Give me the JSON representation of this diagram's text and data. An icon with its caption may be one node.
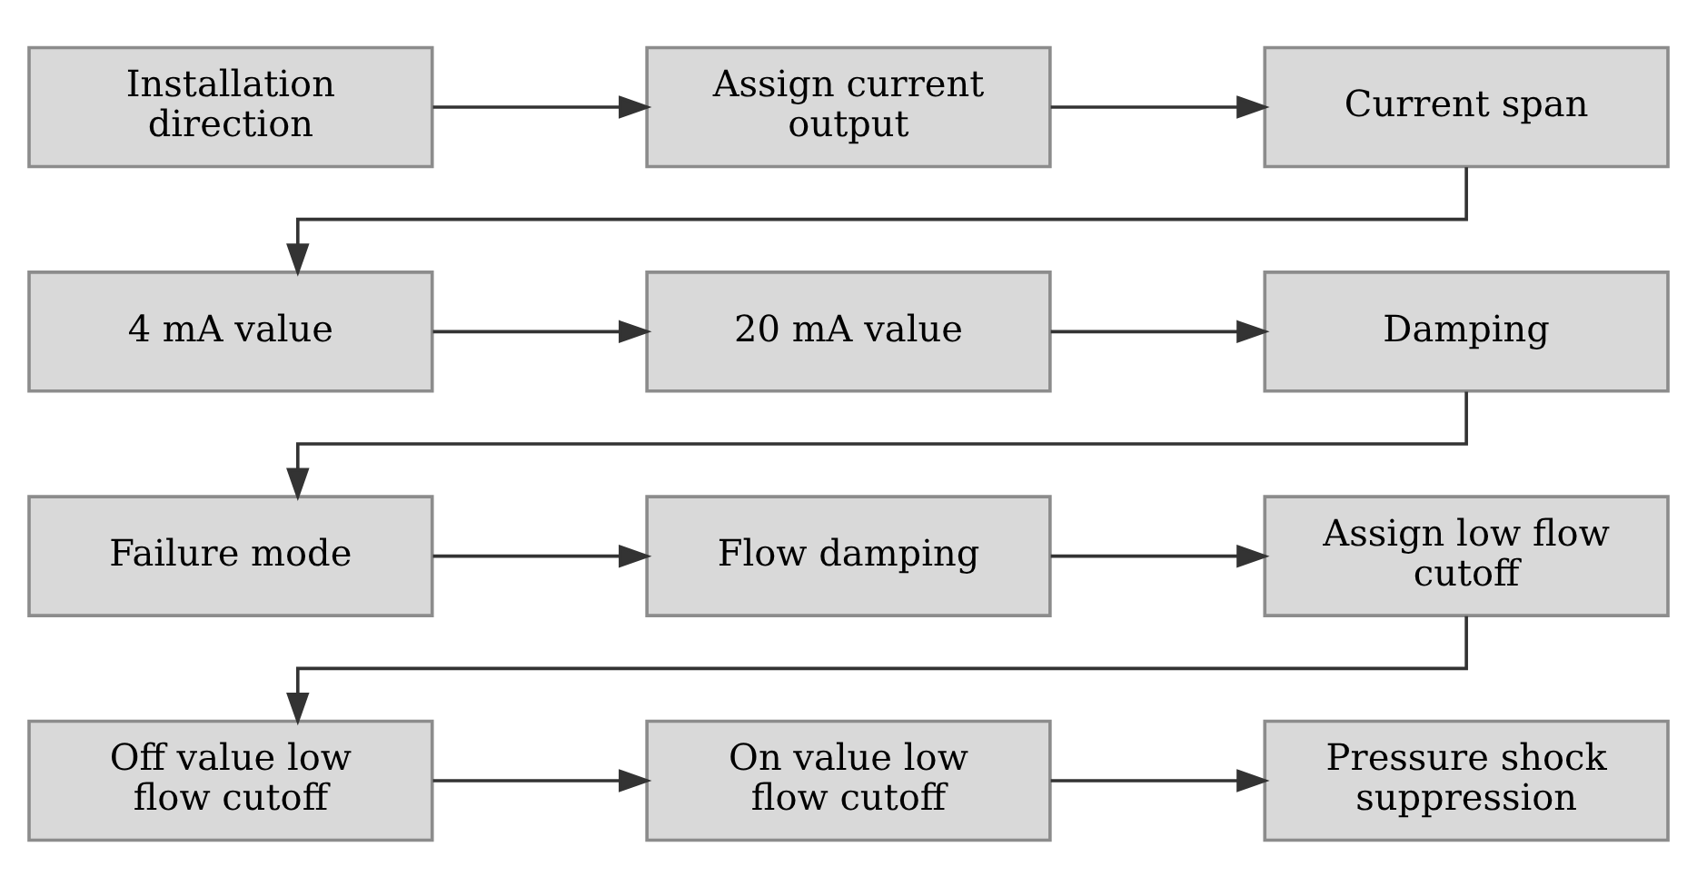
{
  "diagram": {
    "nodes": [
      {
        "text": [
          "Installation direction"
        ]
      },
      {
        "text": [
          "Assign current output"
        ]
      },
      {
        "text": [
          "Current span"
        ]
      },
      {
        "text": [
          "4 mA value"
        ]
      },
      {
        "text": [
          "20 mA value"
        ]
      },
      {
        "text": [
          "Damping"
        ]
      },
      {
        "text": [
          "Failure mode"
        ]
      },
      {
        "text": [
          "Flow damping"
        ]
      },
      {
        "text": [
          "Assign low flow cutoff"
        ]
      },
      {
        "text": [
          "Off value low flow cutoff"
        ]
      },
      {
        "text": [
          "On value low flow cutoff"
        ]
      },
      {
        "text": [
          "Pressure shock suppression"
        ]
      }
    ],
    "edges": [
      {
        "from": 0,
        "to": 1,
        "arrow": "to"
      },
      {
        "from": 1,
        "to": 2,
        "arrow": "to"
      },
      {
        "from": 2,
        "to": 3,
        "arrow": "to"
      },
      {
        "from": 3,
        "to": 4,
        "arrow": "to"
      },
      {
        "from": 4,
        "to": 5,
        "arrow": "to"
      },
      {
        "from": 5,
        "to": 6,
        "arrow": "to"
      },
      {
        "from": 6,
        "to": 7,
        "arrow": "to"
      },
      {
        "from": 7,
        "to": 8,
        "arrow": "to"
      },
      {
        "from": 8,
        "to": 9,
        "arrow": "to"
      },
      {
        "from": 9,
        "to": 10,
        "arrow": "to"
      },
      {
        "from": 10,
        "to": 11,
        "arrow": "to"
      }
    ]
  }
}
